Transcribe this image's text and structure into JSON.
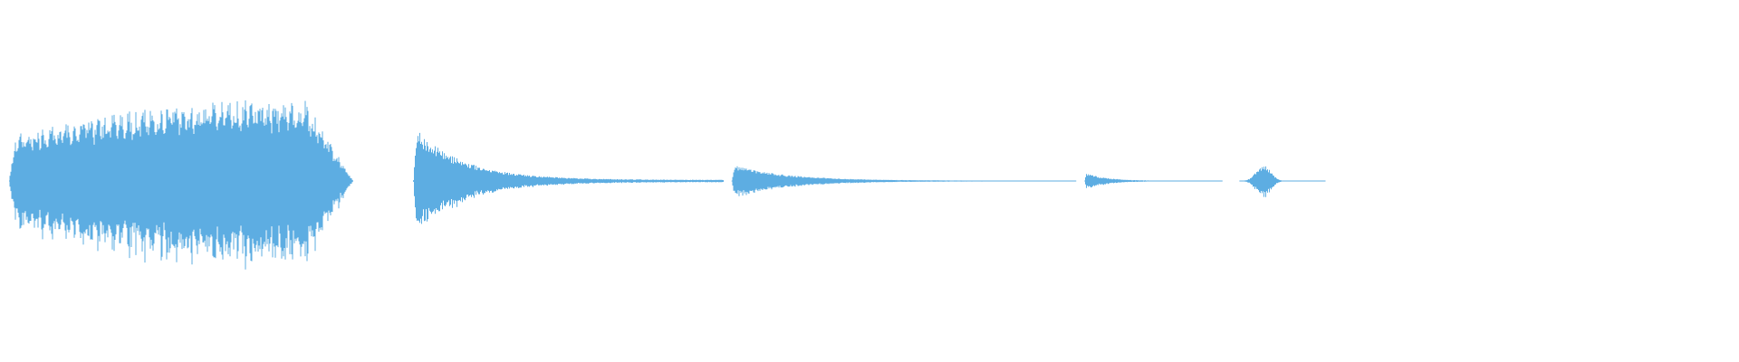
{
  "waveform": {
    "color": "#5dade2",
    "background": "#ffffff",
    "segments": [
      {
        "name": "segment-1",
        "kind": "sustained-note",
        "start": 0.0,
        "end": 0.2,
        "peak": 0.92
      },
      {
        "name": "segment-2",
        "kind": "decaying-hit",
        "start": 0.235,
        "end": 0.415,
        "peak": 0.6
      },
      {
        "name": "segment-3",
        "kind": "decaying-hit",
        "start": 0.42,
        "end": 0.62,
        "peak": 0.18
      },
      {
        "name": "segment-4",
        "kind": "decaying-hit",
        "start": 0.625,
        "end": 0.705,
        "peak": 0.09
      },
      {
        "name": "segment-5",
        "kind": "short-burst",
        "start": 0.715,
        "end": 0.765,
        "peak": 0.17
      }
    ]
  }
}
